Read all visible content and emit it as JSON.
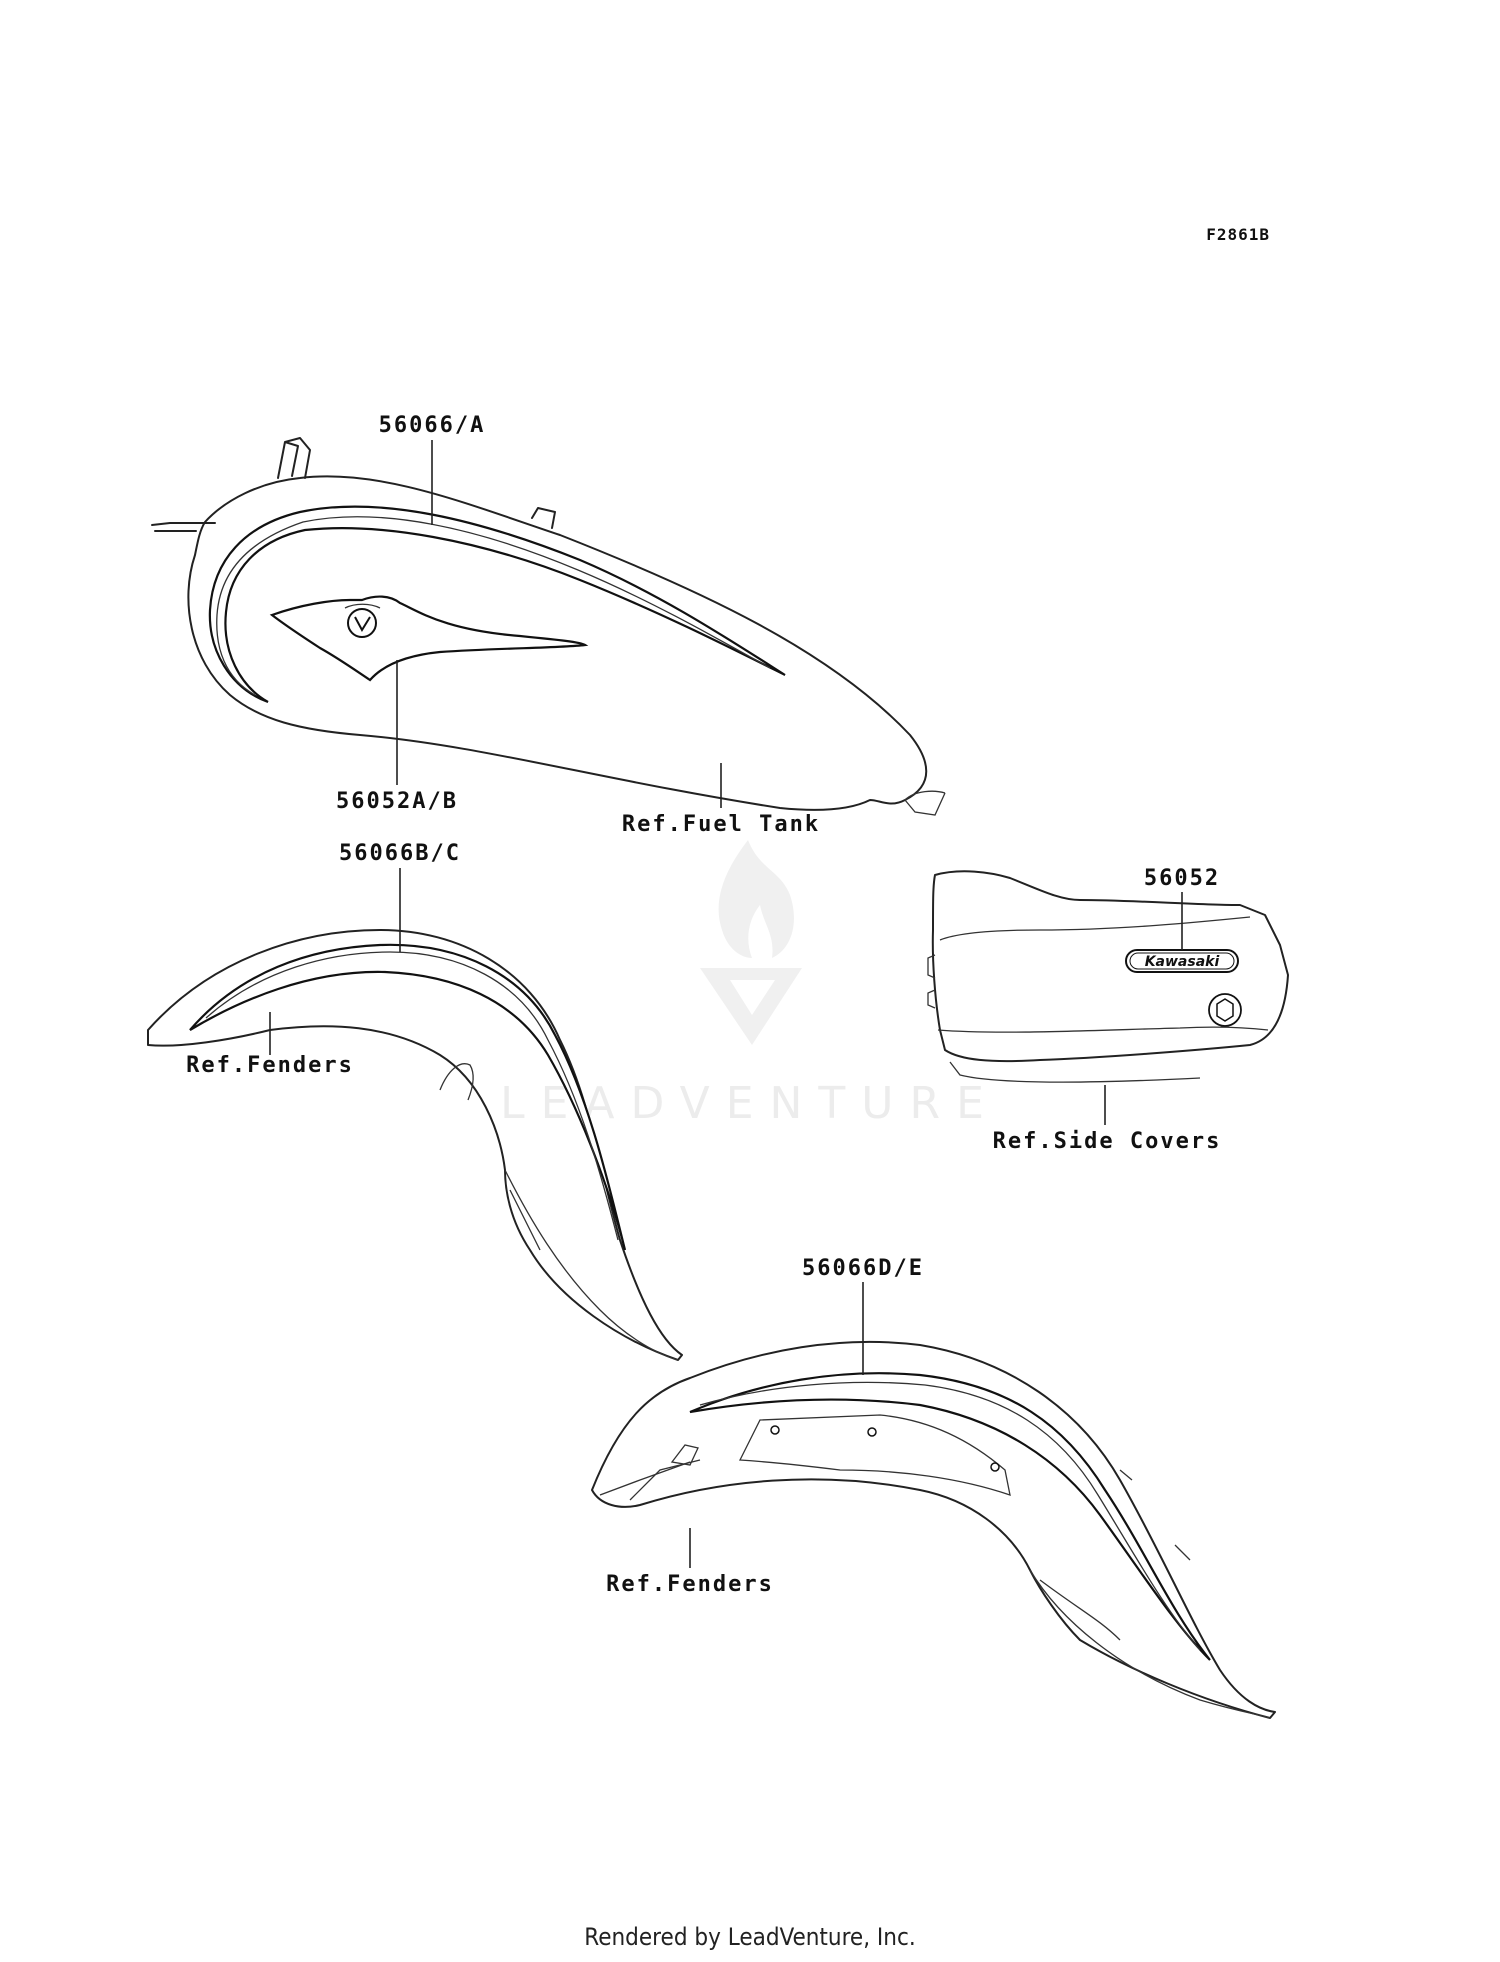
{
  "figure_code": "F2861B",
  "labels": {
    "tank_stripe": "56066/A",
    "tank_emblem": "56052A/B",
    "ref_fuel_tank": "Ref.Fuel Tank",
    "front_fender_stripe": "56066B/C",
    "ref_fenders_front": "Ref.Fenders",
    "side_cover_emblem": "56052",
    "ref_side_covers": "Ref.Side Covers",
    "rear_fender_stripe": "56066D/E",
    "ref_fenders_rear": "Ref.Fenders"
  },
  "emblem_text": "Kawasaki",
  "watermark": "LEADVENTURE",
  "footer": "Rendered by LeadVenture, Inc."
}
